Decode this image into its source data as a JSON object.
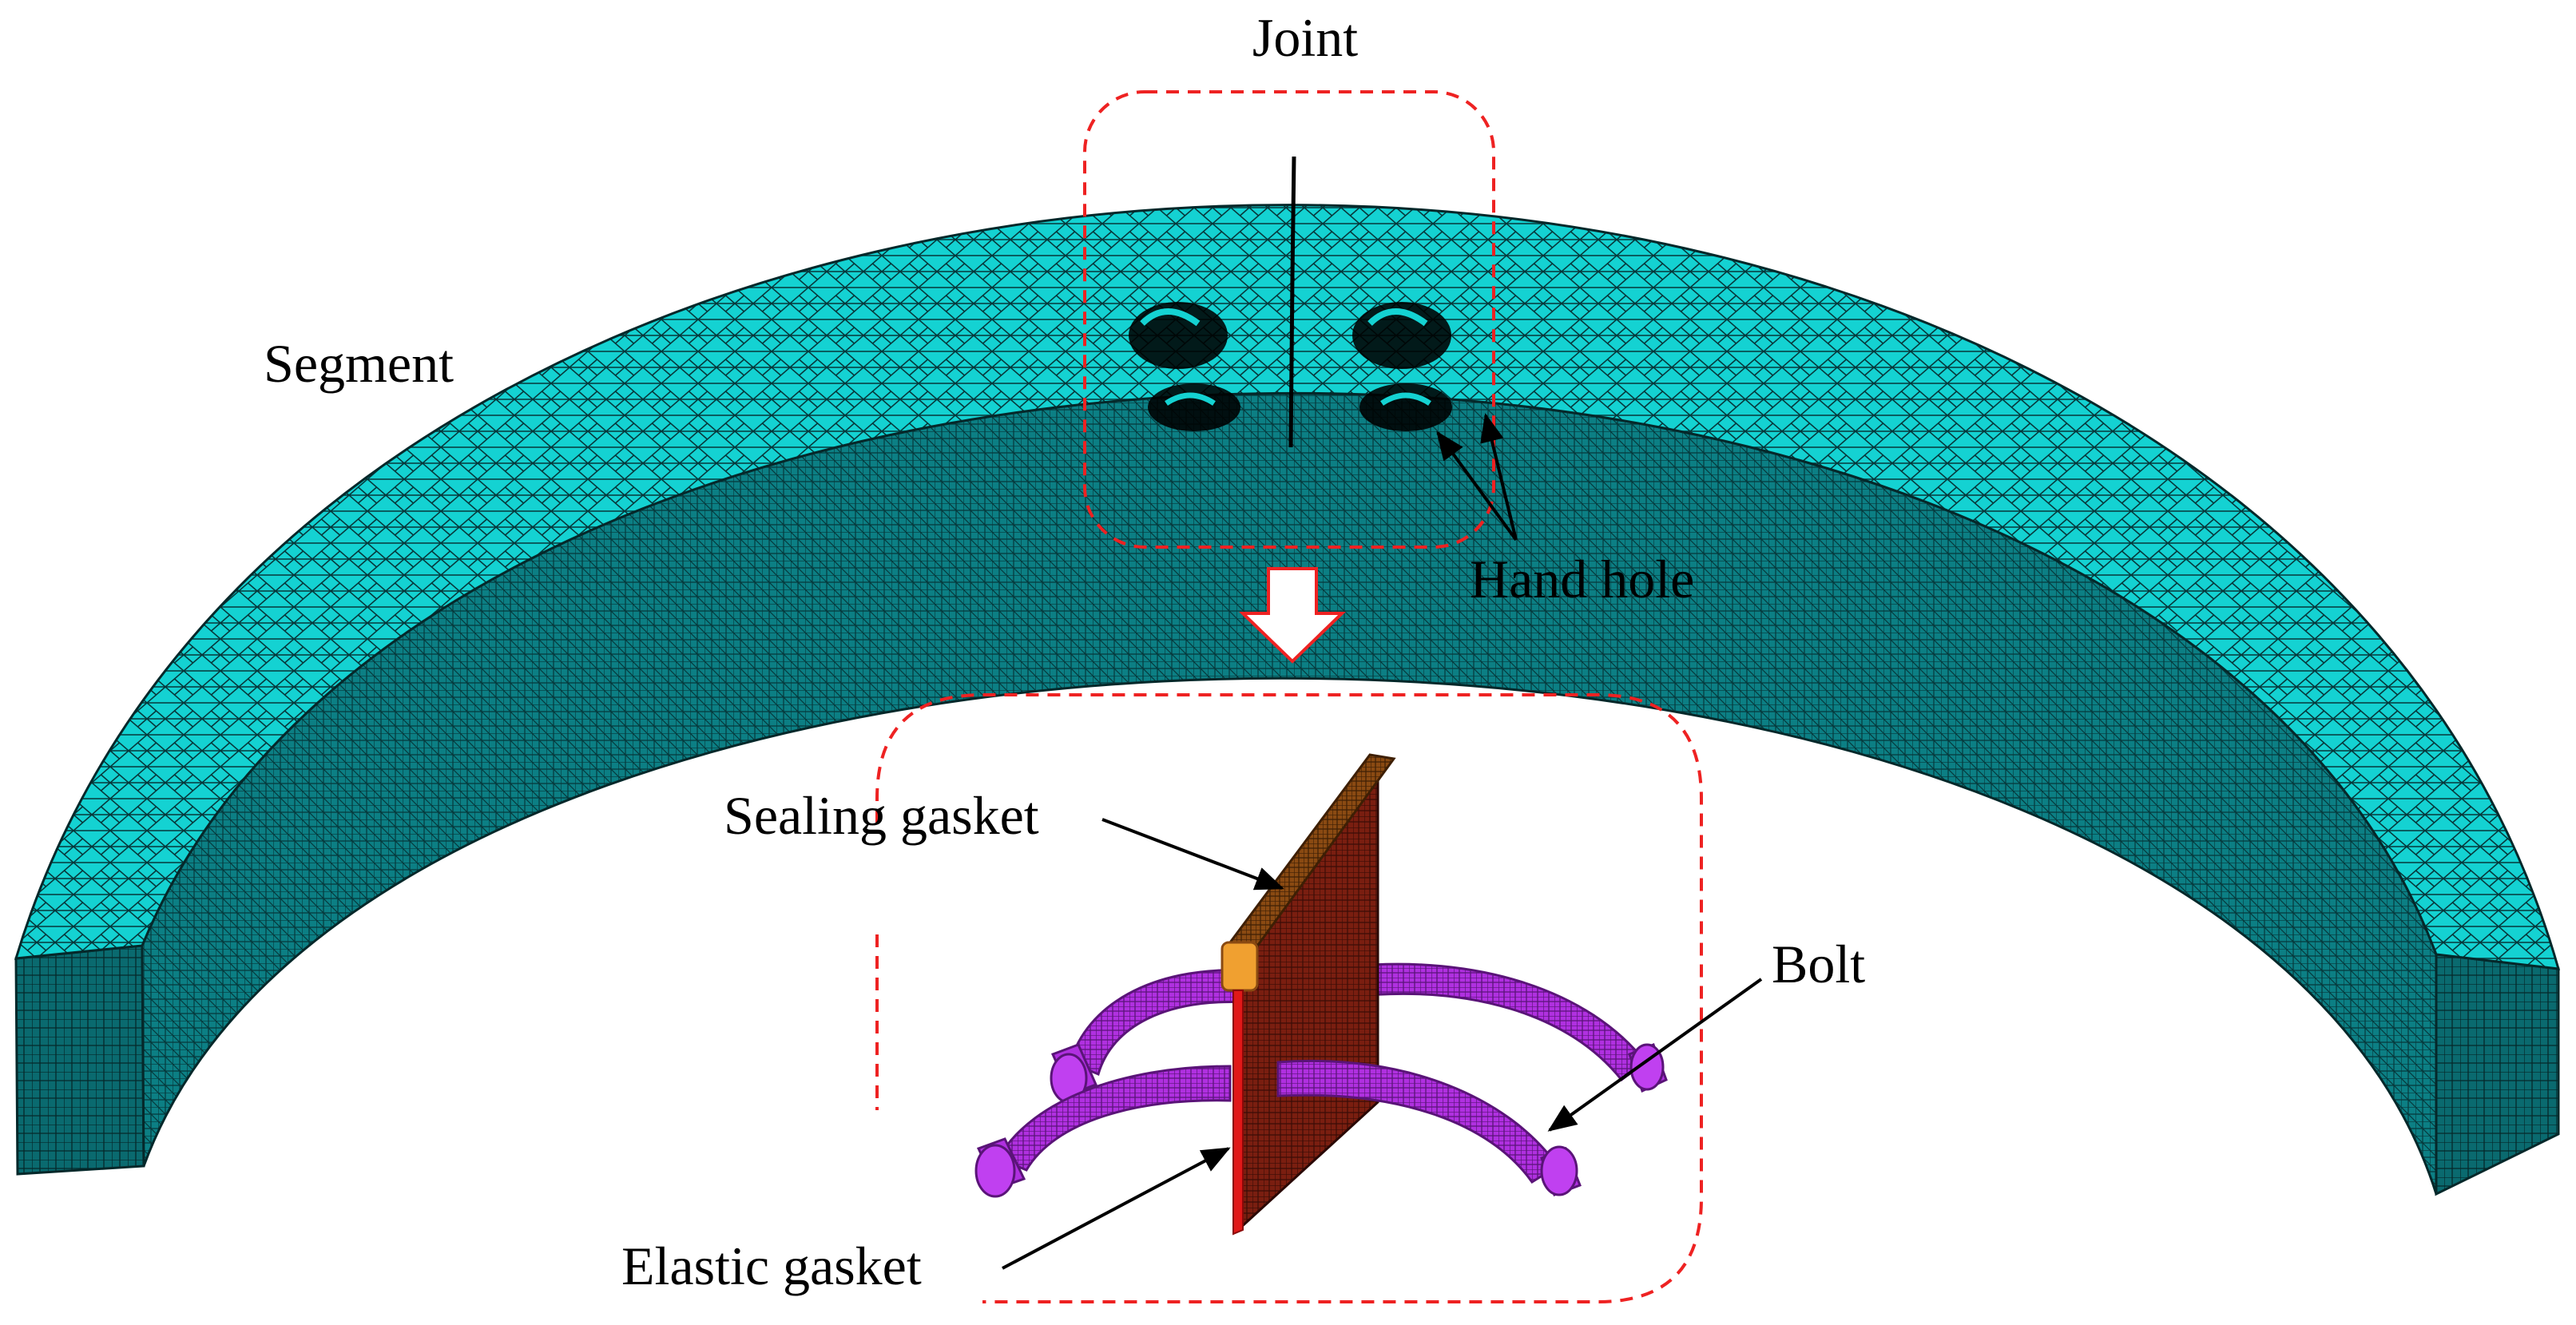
{
  "labels": {
    "joint": "Joint",
    "segment": "Segment",
    "hand_hole": "Hand hole",
    "sealing_gasket": "Sealing gasket",
    "bolt": "Bolt",
    "elastic_gasket": "Elastic gasket"
  },
  "colors": {
    "segment_mesh_fill": "#14d2d2",
    "segment_inner_fill": "#0c7f84",
    "segment_side_fill": "#0a5e62",
    "mesh_line": "#07383b",
    "bolt": "#b030e0",
    "bolt_dark": "#6a1a8a",
    "gasket_plate": "#7a1e10",
    "sealing_gasket": "#8a4a12",
    "elastic_gasket": "#e01818",
    "orange_block": "#f0a030",
    "dashed_frame": "#ee2222",
    "arrow_outline": "#ee2222",
    "text": "#000000"
  },
  "icons": {
    "down_arrow": "hollow-down-arrow-icon"
  }
}
